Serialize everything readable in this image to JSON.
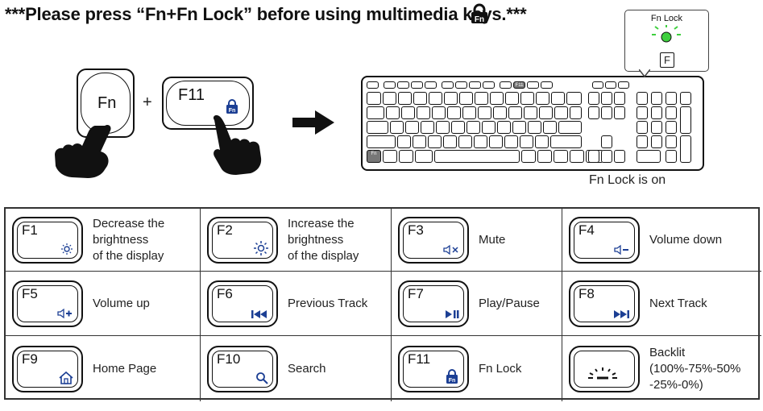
{
  "header": {
    "instruction": "***Please press “Fn+Fn Lock” before using multimedia keys.***"
  },
  "diagram": {
    "fn_key_label": "Fn",
    "plus_sign": "+",
    "f11_key_label": "F11",
    "keyboard_fn_label": "Fn",
    "keyboard_f11_label": "F11",
    "bubble_title": "Fn Lock",
    "bubble_key_letter": "F",
    "indicator_color": "#3ecf3e",
    "status_caption": "Fn Lock is on"
  },
  "function_keys": [
    {
      "key": "F1",
      "icon": "brightness-down-icon",
      "lines": [
        "Decrease the",
        "brightness",
        "of the display"
      ]
    },
    {
      "key": "F2",
      "icon": "brightness-up-icon",
      "lines": [
        "Increase the",
        "brightness",
        "of the display"
      ]
    },
    {
      "key": "F3",
      "icon": "mute-icon",
      "lines": [
        "Mute"
      ]
    },
    {
      "key": "F4",
      "icon": "volume-down-icon",
      "lines": [
        "Volume down"
      ]
    },
    {
      "key": "F5",
      "icon": "volume-up-icon",
      "lines": [
        "Volume up"
      ]
    },
    {
      "key": "F6",
      "icon": "previous-track-icon",
      "lines": [
        "Previous Track"
      ]
    },
    {
      "key": "F7",
      "icon": "play-pause-icon",
      "lines": [
        "Play/Pause"
      ]
    },
    {
      "key": "F8",
      "icon": "next-track-icon",
      "lines": [
        "Next Track"
      ]
    },
    {
      "key": "F9",
      "icon": "home-page-icon",
      "lines": [
        "Home Page"
      ]
    },
    {
      "key": "F10",
      "icon": "search-icon",
      "lines": [
        "Search"
      ]
    },
    {
      "key": "F11",
      "icon": "fn-lock-icon",
      "lines": [
        "Fn Lock"
      ]
    },
    {
      "key": "",
      "icon": "backlight-icon",
      "lines": [
        "Backlit",
        "(100%-75%-50%",
        "-25%-0%)"
      ]
    }
  ],
  "colors": {
    "icon_blue": "#1c3f94",
    "ink": "#111111"
  }
}
